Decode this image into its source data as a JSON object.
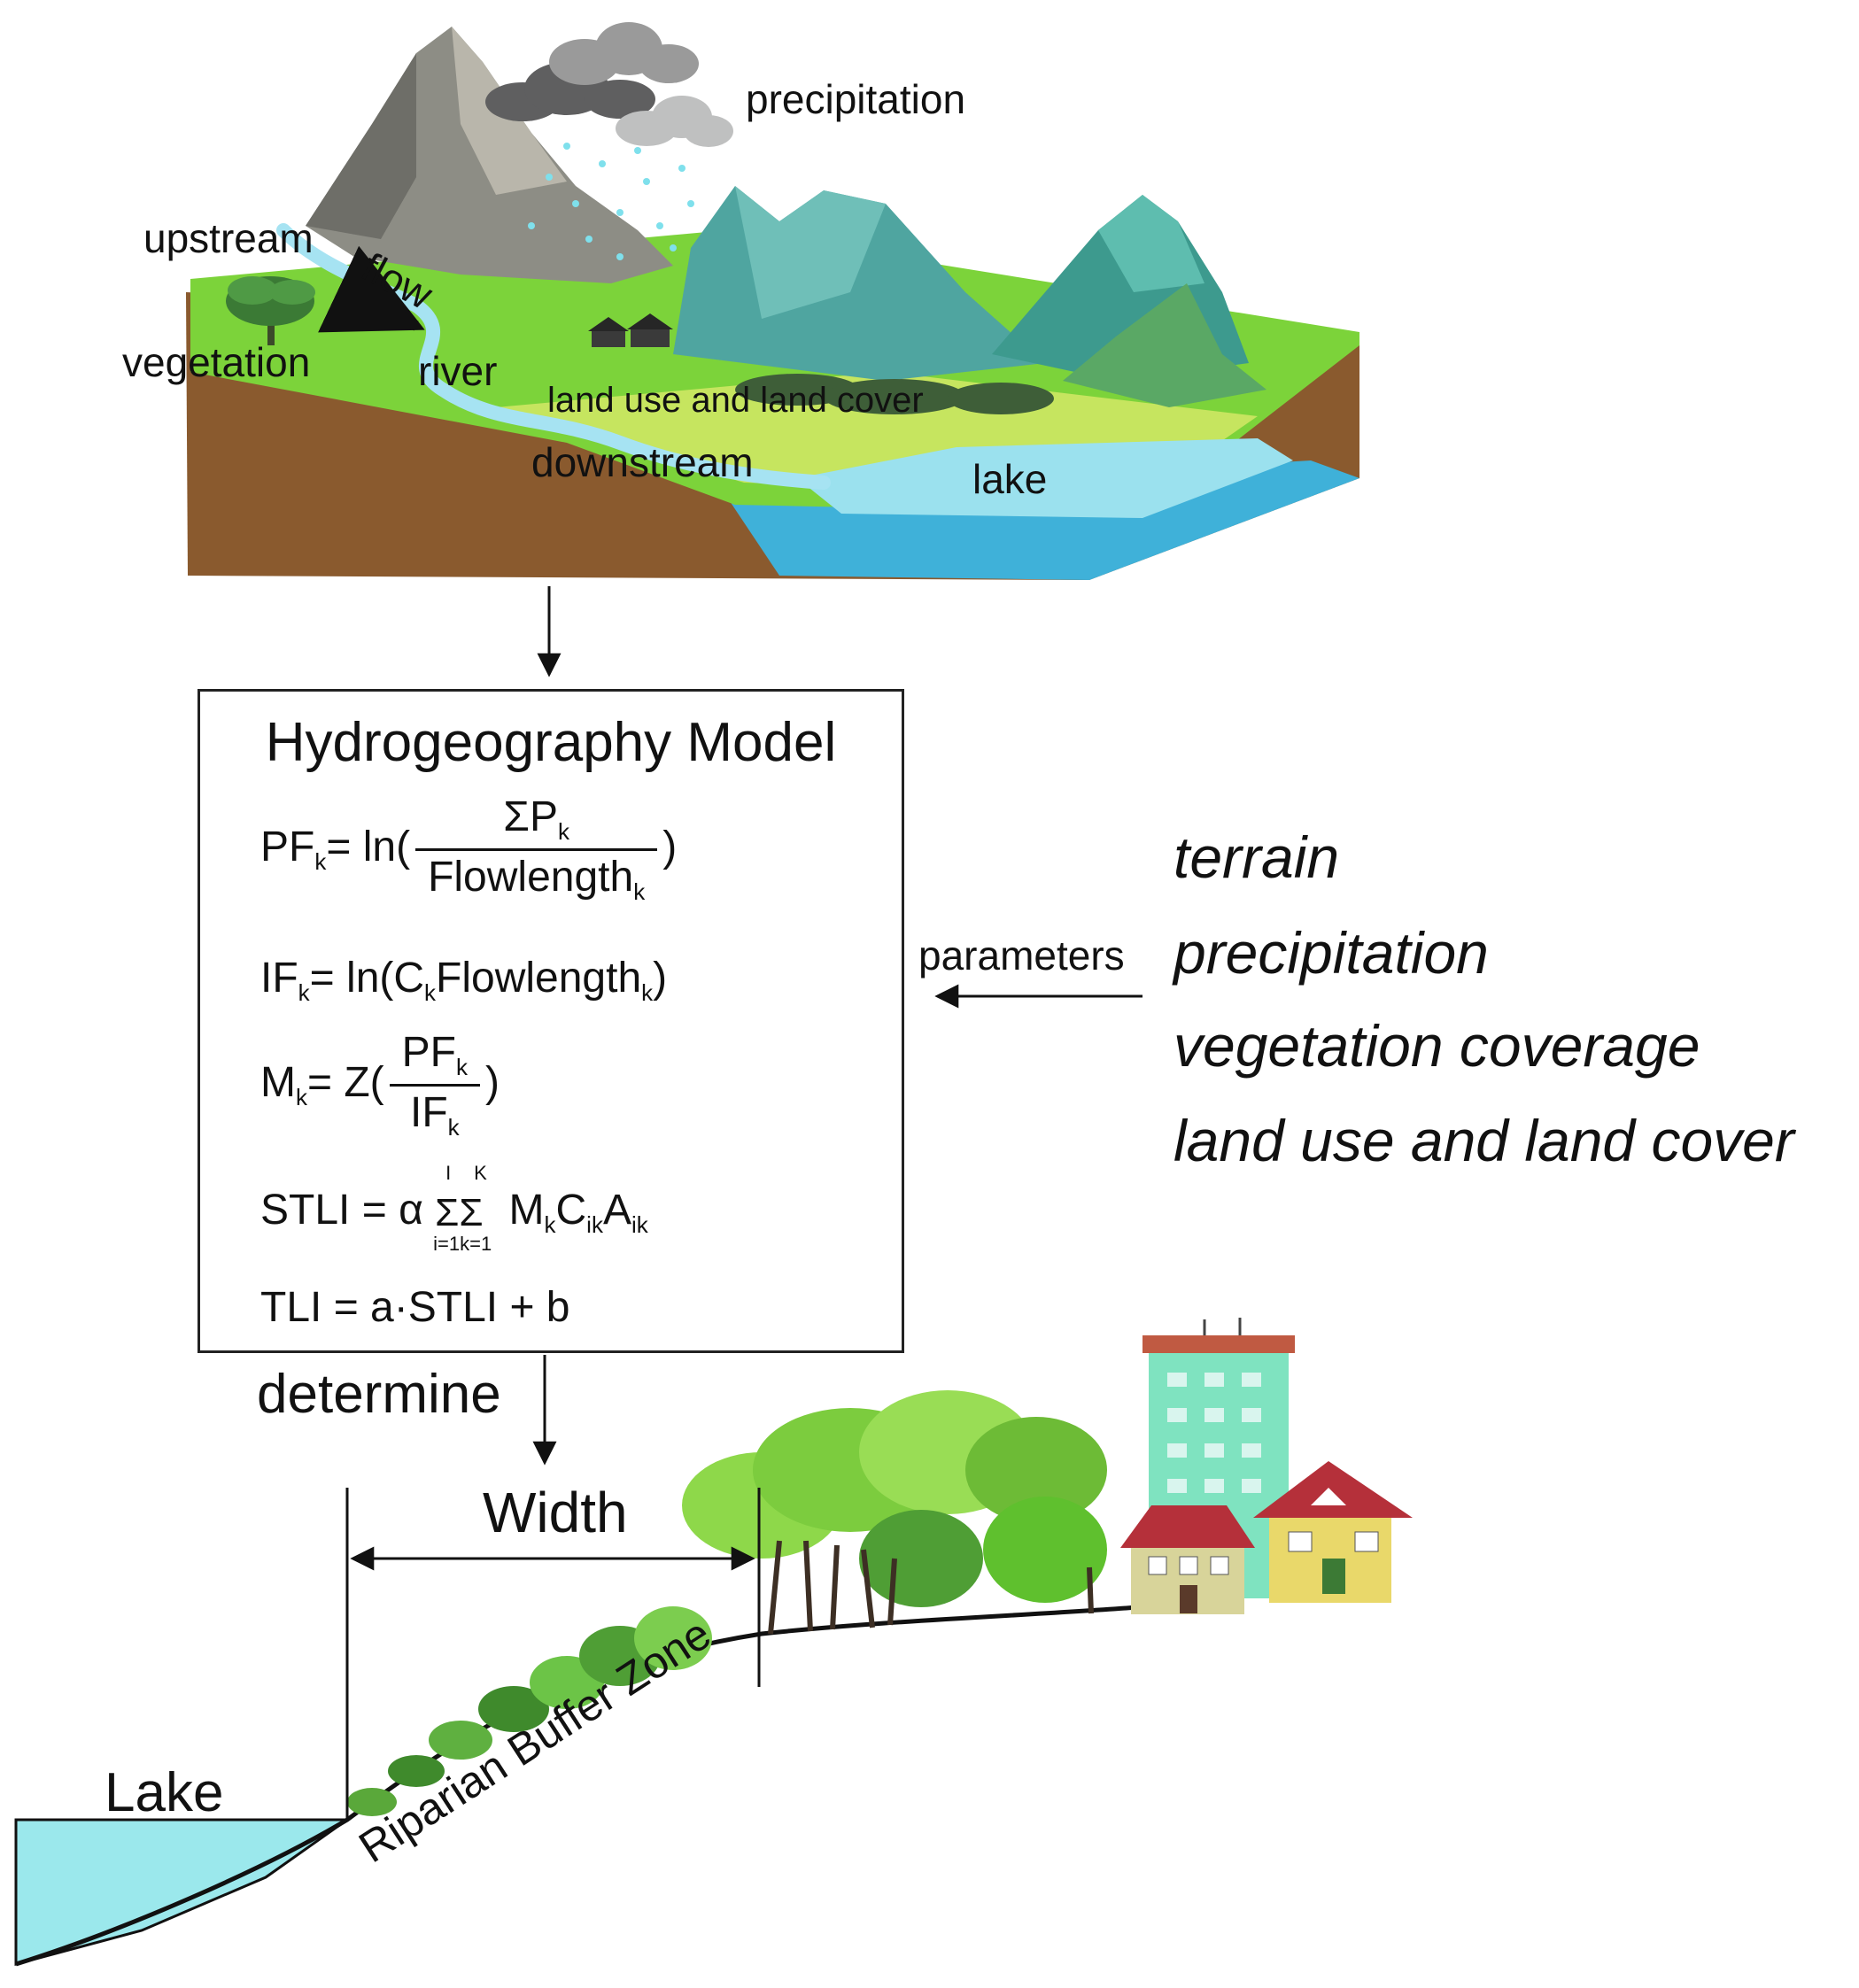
{
  "landscape": {
    "precipitation": "precipitation",
    "upstream": "upstream",
    "flow": "flow",
    "vegetation": "vegetation",
    "river": "river",
    "land_use": "land use and land cover",
    "downstream": "downstream",
    "lake": "lake"
  },
  "model": {
    "title": "Hydrogeography Model",
    "eq1": {
      "lhs": "PF",
      "lhs_sub": "k",
      "op": "= ln(",
      "num": "ΣP",
      "num_sub": "k",
      "den": "Flowlength",
      "den_sub": "k",
      "close": ")"
    },
    "eq2": {
      "lhs": "IF",
      "lhs_sub": "k",
      "p1": "= ln(C",
      "p1_sub": "k",
      "p2": "Flowlength",
      "p2_sub": "k",
      "close": ")"
    },
    "eq3": {
      "lhs": "M",
      "lhs_sub": "k",
      "op": "= Z(",
      "num": "PF",
      "num_sub": "k",
      "den": "IF",
      "den_sub": "k",
      "close": ")"
    },
    "eq4": {
      "lhs": "STLI = α",
      "upper1": "I",
      "upper2": "K",
      "lower": "i=1k=1",
      "m": "M",
      "m_sub": "k",
      "c": "C",
      "c_sub": "ik",
      "a": "A",
      "a_sub": "ik"
    },
    "eq5": "TLI = a·STLI + b"
  },
  "parameters": {
    "label": "parameters",
    "items": [
      "terrain",
      "precipitation",
      "vegetation coverage",
      "land use and land cover"
    ]
  },
  "bottom": {
    "determine": "determine",
    "width": "Width",
    "lake": "Lake",
    "zone": "Riparian Buffer Zone"
  }
}
